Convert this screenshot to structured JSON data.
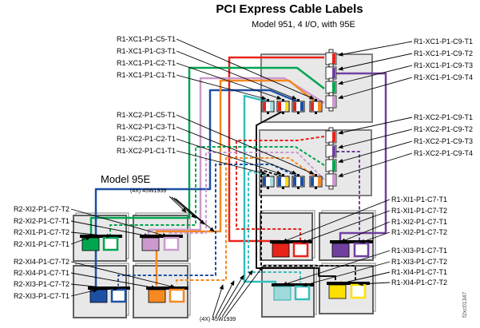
{
  "title": "PCI Express Cable Labels",
  "subtitle": "Model 951, 4 I/O, with 95E",
  "model_95e_heading": "Model 95E",
  "cable_part_note_top": "(4X) 45W1939",
  "cable_part_note_bottom": "(4X) 45W1939",
  "watermark": "f2xc01347",
  "labels": {
    "xc1_left": [
      "R1-XC1-P1-C5-T1",
      "R1-XC1-P1-C3-T1",
      "R1-XC1-P1-C2-T1",
      "R1-XC1-P1-C1-T1"
    ],
    "xc1_right": [
      "R1-XC1-P1-C9-T1",
      "R1-XC1-P1-C9-T2",
      "R1-XC1-P1-C9-T3",
      "R1-XC1-P1-C9-T4"
    ],
    "xc2_left": [
      "R1-XC2-P1-C5-T1",
      "R1-XC2-P1-C3-T1",
      "R1-XC2-P1-C2-T1",
      "R1-XC2-P1-C1-T1"
    ],
    "xc2_right": [
      "R1-XC2-P1-C9-T1",
      "R1-XC2-P1-C9-T2",
      "R1-XC2-P1-C9-T3",
      "R1-XC2-P1-C9-T4"
    ],
    "r2_upper": [
      "R2-XI2-P1-C7-T2",
      "R2-XI2-P1-C7-T1",
      "R2-XI1-P1-C7-T2",
      "R2-XI1-P1-C7-T1"
    ],
    "r2_lower": [
      "R2-XI4-P1-C7-T2",
      "R2-XI4-P1-C7-T1",
      "R2-XI3-P1-C7-T2",
      "R2-XI3-P1-C7-T1"
    ],
    "r1_upper": [
      "R1-XI1-P1-C7-T1",
      "R1-XI1-P1-C7-T2",
      "R1-XI2-P1-C7-T1",
      "R1-XI2-P1-C7-T2"
    ],
    "r1_lower": [
      "R1-XI3-P1-C7-T1",
      "R1-XI3-P1-C7-T2",
      "R1-XI4-P1-C7-T1",
      "R1-XI4-P1-C7-T2"
    ]
  },
  "colors": {
    "red": "#e8231a",
    "purple": "#7040a0",
    "green": "#00a550",
    "plum": "#cc99cc",
    "blue": "#1d4fa4",
    "orange": "#f6891f",
    "teal": "#35bdbd",
    "yellow": "#ffdf00",
    "light_blue": "#a8dce0",
    "black_cable": "#111111",
    "box_fill": "#e8e8e8",
    "box_border": "#7f7f7f"
  }
}
